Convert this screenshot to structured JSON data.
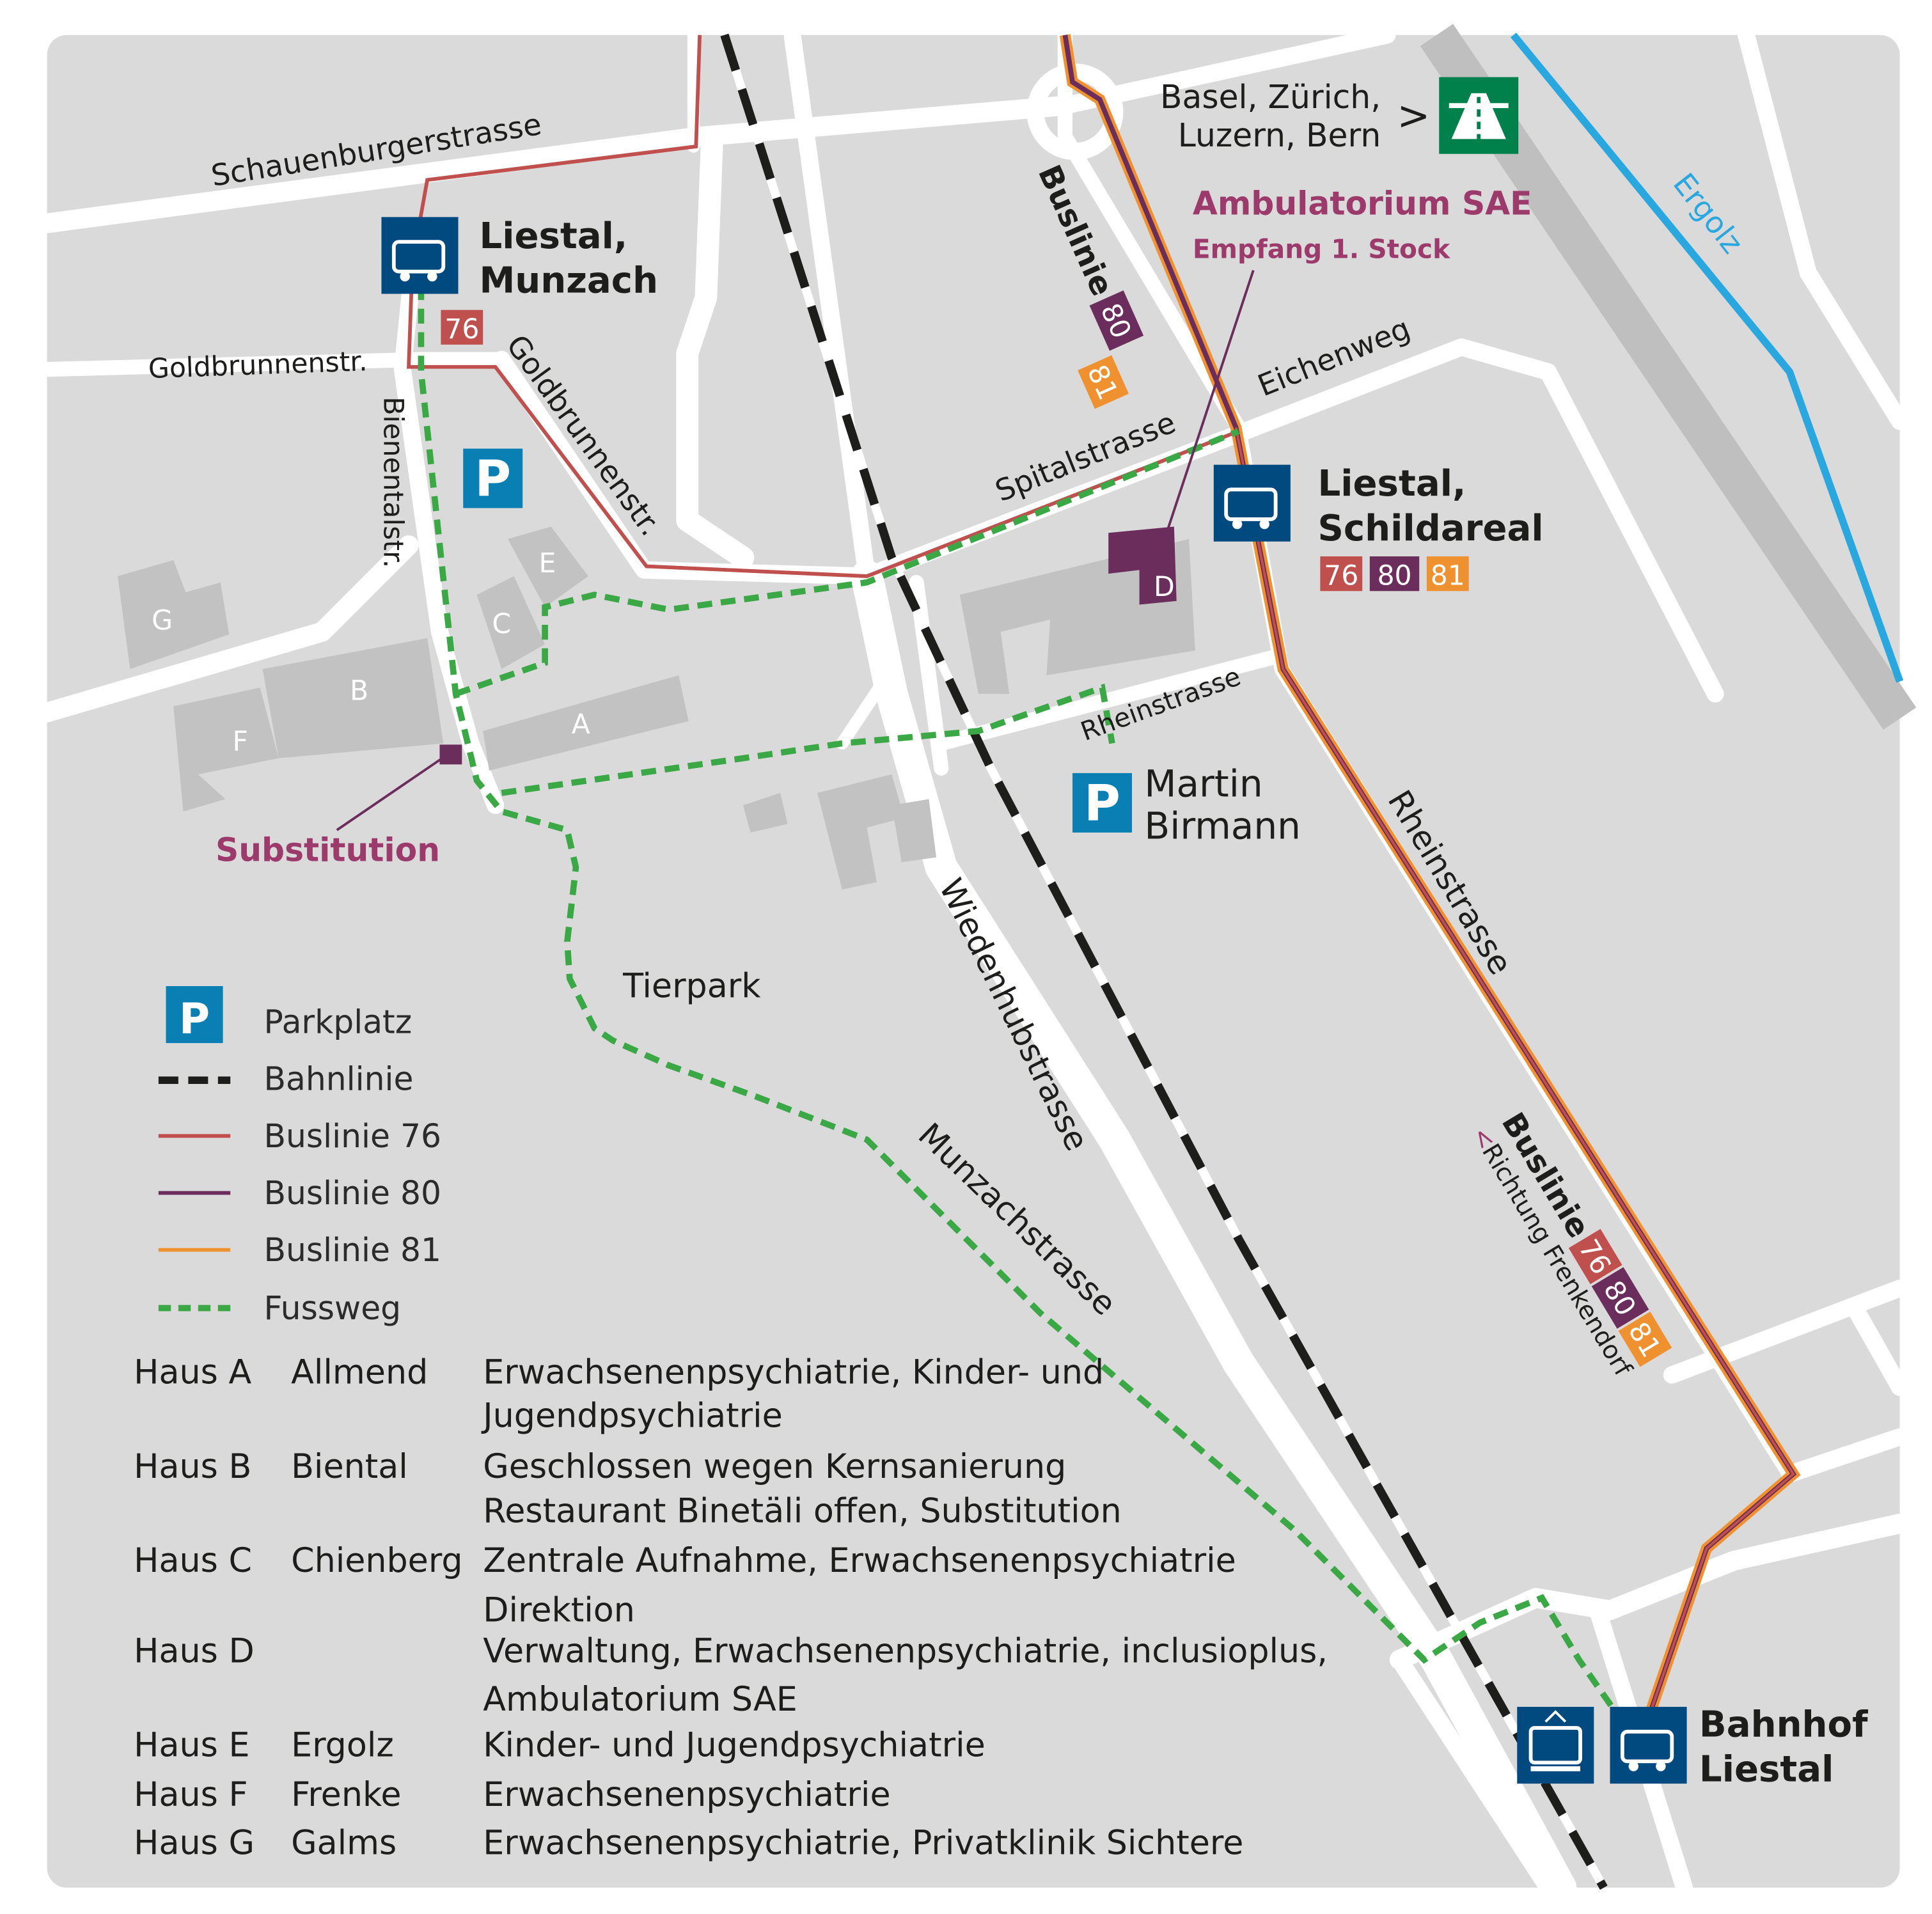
{
  "streets": {
    "schauenburger": "Schauenburgerstrasse",
    "goldbrunnen_h": "Goldbrunnenstr.",
    "goldbrunnen_d": "Goldbrunnenstr.",
    "bienental": "Bienentalstr.",
    "spital": "Spitalstrasse",
    "eichenweg": "Eichenweg",
    "rhein_small": "Rheinstrasse",
    "rhein_large": "Rheinstrasse",
    "wiedenhub": "Wiedenhubstrasse",
    "munzach": "Munzachstrasse",
    "tierpark": "Tierpark",
    "ergolz": "Ergolz"
  },
  "motorway": {
    "line1": "Basel, Zürich,",
    "line2": "Luzern, Bern",
    "arrow": ">"
  },
  "stops": {
    "munzach": {
      "line1": "Liestal,",
      "line2": "Munzach",
      "lines": [
        "76"
      ]
    },
    "schildareal": {
      "line1": "Liestal,",
      "line2": "Schildareal",
      "lines": [
        "76",
        "80",
        "81"
      ]
    },
    "bahnhof": {
      "line1": "Bahnhof",
      "line2": "Liestal"
    }
  },
  "buslinie_top": {
    "label": "Buslinie",
    "lines": [
      "80",
      "81"
    ]
  },
  "buslinie_right": {
    "label": "Buslinie",
    "lines": [
      "76",
      "80",
      "81"
    ],
    "direction": "Richtung Frenkendorf",
    "direction_arrow": "<"
  },
  "ambulatorium": {
    "title": "Ambulatorium SAE",
    "subtitle": "Empfang 1. Stock"
  },
  "substitution": "Substitution",
  "parking": {
    "symbol": "P",
    "martin": [
      "Martin",
      "Birmann"
    ]
  },
  "buildings": [
    "A",
    "B",
    "C",
    "D",
    "E",
    "F",
    "G"
  ],
  "legend": [
    {
      "label": "Parkplatz",
      "icon": "parking-icon"
    },
    {
      "label": "Bahnlinie",
      "icon": "railway-line"
    },
    {
      "label": "Buslinie 76",
      "color": "#c0504d"
    },
    {
      "label": "Buslinie 80",
      "color": "#6b2d5c"
    },
    {
      "label": "Buslinie 81",
      "color": "#f0912f"
    },
    {
      "label": "Fussweg",
      "color": "#3aa845"
    }
  ],
  "houses": [
    {
      "id": "Haus A",
      "name": "Allmend",
      "desc": [
        "Erwachsenenpsychiatrie, Kinder- und",
        "Jugendpsychiatrie"
      ]
    },
    {
      "id": "Haus B",
      "name": "Biental",
      "desc": [
        "Geschlossen wegen Kernsanierung",
        "Restaurant Binetäli offen, Substitution"
      ]
    },
    {
      "id": "Haus C",
      "name": "Chienberg",
      "desc": [
        "Zentrale Aufnahme, Erwachsenenpsychiatrie",
        "Direktion"
      ]
    },
    {
      "id": "Haus D",
      "name": "",
      "desc": [
        "Verwaltung, Erwachsenenpsychiatrie, inclusioplus,",
        "Ambulatorium SAE"
      ]
    },
    {
      "id": "Haus E",
      "name": "Ergolz",
      "desc": [
        "Kinder- und Jugendpsychiatrie"
      ]
    },
    {
      "id": "Haus F",
      "name": "Frenke",
      "desc": [
        "Erwachsenenpsychiatrie"
      ]
    },
    {
      "id": "Haus G",
      "name": "Galms",
      "desc": [
        "Erwachsenenpsychiatrie, Privatklinik Sichtere"
      ]
    }
  ],
  "colors": {
    "background": "#dadadb",
    "road": "#ffffff",
    "building": "#c2c2c2",
    "bus76": "#c0504d",
    "bus80": "#6b2d5c",
    "bus81": "#f0912f",
    "footpath": "#3aa845",
    "bus_icon": "#004a80",
    "parking": "#0a7fb3",
    "motorway": "#00804a",
    "river": "#29a7df",
    "accent": "#9b3a6b"
  }
}
